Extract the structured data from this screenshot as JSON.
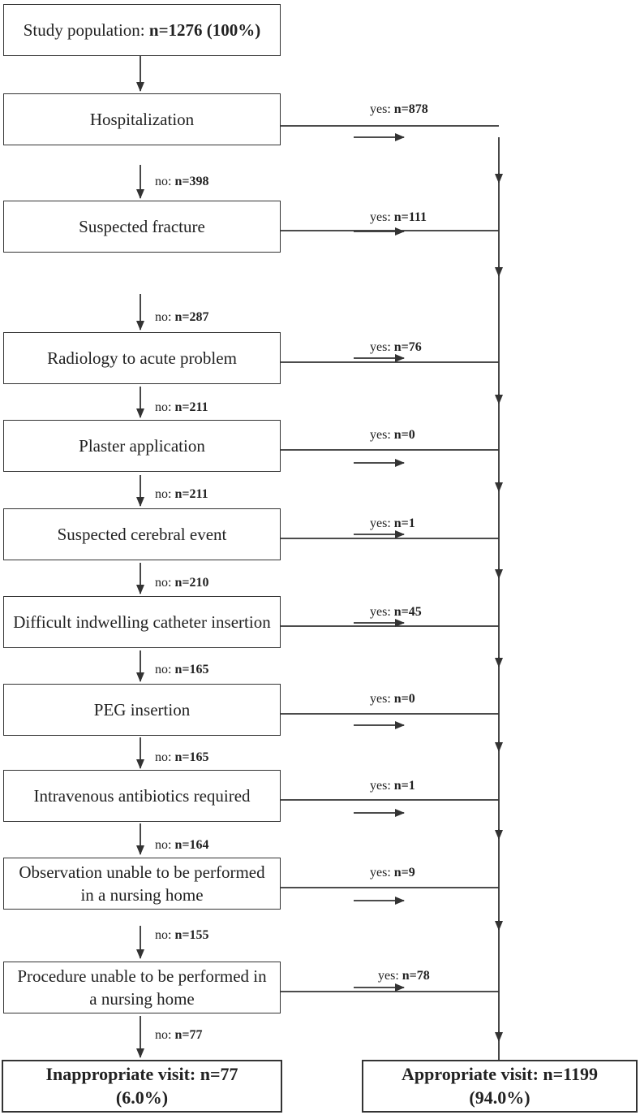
{
  "start": {
    "prefix": "Study population: ",
    "value": "n=1276 (100%)"
  },
  "steps": [
    {
      "label": "Hospitalization",
      "yes": "n=878",
      "no": "n=398"
    },
    {
      "label": "Suspected fracture",
      "yes": "n=111",
      "no": "n=287"
    },
    {
      "label": "Radiology to acute problem",
      "yes": "n=76",
      "no": "n=211"
    },
    {
      "label": "Plaster application",
      "yes": "n=0",
      "no": "n=211"
    },
    {
      "label": "Suspected cerebral event",
      "yes": "n=1",
      "no": "n=210"
    },
    {
      "label": "Difficult indwelling catheter insertion",
      "yes": "n=45",
      "no": "n=165"
    },
    {
      "label": "PEG insertion",
      "yes": "n=0",
      "no": "n=165"
    },
    {
      "label": "Intravenous antibiotics required",
      "yes": "n=1",
      "no": "n=164"
    },
    {
      "label": "Observation unable to be performed in a nursing home",
      "yes": "n=9",
      "no": "n=155"
    },
    {
      "label": "Procedure unable to be performed in a nursing home",
      "yes": "n=78",
      "no": "n=77"
    }
  ],
  "yes_prefix": "yes: ",
  "no_prefix": "no: ",
  "outcomes": {
    "inappropriate": "Inappropriate visit: n=77 (6.0%)",
    "appropriate": "Appropriate visit: n=1199 (94.0%)"
  }
}
